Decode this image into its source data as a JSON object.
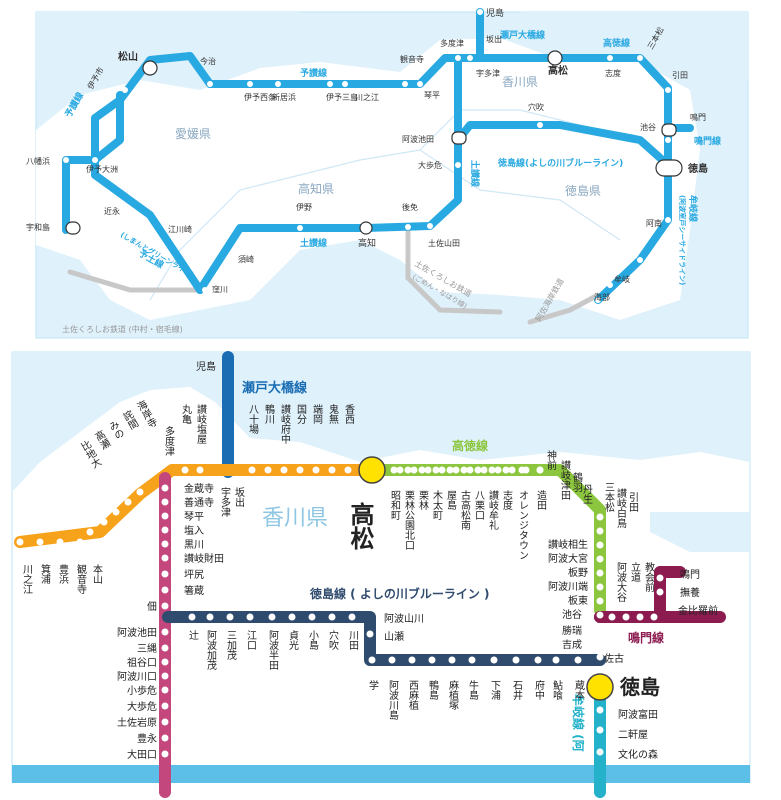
{
  "top_map": {
    "regions": [
      "愛媛県",
      "高知県",
      "香川県",
      "徳島県"
    ],
    "lines": [
      {
        "name": "予讃線",
        "color": "#29a9e1"
      },
      {
        "name": "予讃線",
        "color": "#29a9e1"
      },
      {
        "name": "瀬戸大橋線",
        "color": "#29a9e1"
      },
      {
        "name": "高徳線",
        "color": "#29a9e1"
      },
      {
        "name": "土讃線",
        "color": "#29a9e1"
      },
      {
        "name": "土讃線",
        "color": "#29a9e1"
      },
      {
        "name": "徳島線(よしの川ブルーライン)",
        "color": "#29a9e1"
      },
      {
        "name": "牟岐線",
        "color": "#29a9e1"
      },
      {
        "name": "(阿波室戸シーサイドライン)",
        "color": "#29a9e1"
      },
      {
        "name": "鳴門線",
        "color": "#29a9e1"
      },
      {
        "name": "予土線",
        "color": "#29a9e1"
      },
      {
        "name": "(しまんとグリーンライン)",
        "color": "#29a9e1"
      },
      {
        "name": "土佐くろしお鉄道",
        "color": "#aaaaaa"
      },
      {
        "name": "(ごめん・なはり線)",
        "color": "#aaaaaa"
      },
      {
        "name": "土佐くろしお鉄道 (中村・宿毛線)",
        "color": "#aaaaaa"
      },
      {
        "name": "阿佐海岸鉄道",
        "color": "#aaaaaa"
      }
    ],
    "stations": [
      "児島",
      "多度津",
      "坂出",
      "宇多津",
      "高松",
      "志度",
      "三本松",
      "引田",
      "鳴門",
      "観音寺",
      "琴平",
      "今治",
      "松山",
      "伊予市",
      "伊予西条",
      "新居浜",
      "川之江",
      "伊予三島",
      "穴吹",
      "阿波池田",
      "池谷",
      "徳島",
      "大歩危",
      "八幡浜",
      "伊予大洲",
      "宇和島",
      "近永",
      "江川崎",
      "須崎",
      "窪川",
      "伊野",
      "高知",
      "後免",
      "土佐山田",
      "阿南",
      "牟岐",
      "海部"
    ]
  },
  "bottom_map": {
    "region": "香川県",
    "lines": [
      {
        "name": "瀬戸大橋線",
        "color": "#1a6db3"
      },
      {
        "name": "高徳線",
        "color": "#8cc63f"
      },
      {
        "name": "徳島線 ( よしの川ブルーライン )",
        "color": "#2f4b6e"
      },
      {
        "name": "鳴門線",
        "color": "#8c1c4f"
      },
      {
        "name": "牟岐線 (阿",
        "color": "#23b2c9"
      }
    ],
    "major_stations": [
      "高松",
      "徳島"
    ],
    "stations": {
      "seto_ohashi": [
        "児島"
      ],
      "yosan": [
        "香西",
        "鬼無",
        "端岡",
        "国分",
        "讃岐府中",
        "鴨川",
        "八十場",
        "讃岐塩屋",
        "丸亀",
        "多度津",
        "海岸寺",
        "詫間",
        "みの",
        "高瀬",
        "比地大",
        "本山",
        "観音寺",
        "豊浜",
        "箕浦",
        "川之江",
        "坂出",
        "宇多津"
      ],
      "kotoku": [
        "昭和町",
        "栗林公園北口",
        "栗林",
        "木太町",
        "屋島",
        "古高松南",
        "八栗口",
        "讃岐牟礼",
        "志度",
        "オレンジタウン",
        "造田",
        "神前",
        "讃岐津田",
        "鶴羽",
        "丹生",
        "三本松",
        "讃岐白鳥",
        "引田",
        "讃岐相生",
        "阿波大宮",
        "板野",
        "阿波川端",
        "板東",
        "池谷",
        "勝瑞",
        "吉成",
        "佐古",
        "阿波富田",
        "二軒屋",
        "文化の森"
      ],
      "dosan": [
        "金蔵寺",
        "善通寺",
        "琴平",
        "塩入",
        "黒川",
        "讃岐財田",
        "坪尻",
        "箸蔵",
        "佃",
        "阿波池田",
        "三縄",
        "祖谷口",
        "阿波川口",
        "小歩危",
        "大歩危",
        "土佐岩原",
        "豊永",
        "大田口"
      ],
      "tokushima": [
        "辻",
        "阿波加茂",
        "三加茂",
        "江口",
        "阿波半田",
        "貞光",
        "小島",
        "穴吹",
        "川田",
        "阿波山川",
        "山瀬",
        "学",
        "阿波川島",
        "西麻植",
        "鴨島",
        "麻植塚",
        "牛島",
        "下浦",
        "石井",
        "府中",
        "鮎喰",
        "蔵本"
      ],
      "naruto": [
        "阿波大谷",
        "立道",
        "教会前",
        "鳴門",
        "撫養",
        "金比羅前"
      ]
    }
  }
}
